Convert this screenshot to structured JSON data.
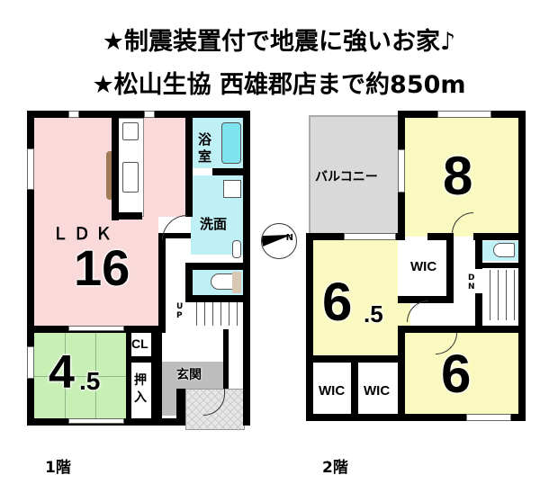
{
  "headline": {
    "line1": "★制震装置付で地震に強いお家♪",
    "line2": "★松山生協 西雄郡店まで約850m"
  },
  "colors": {
    "ldk": "#f9d9d9",
    "washitsu": "#c8efb4",
    "bath": "#bff0f5",
    "bedroom": "#fafac0",
    "balcony": "#d9d9d9",
    "genkan": "#bdbdbd",
    "wall": "#000000",
    "kitchen_counter": "#a17a58"
  },
  "floor1": {
    "label": "1階",
    "rooms": {
      "ldk": {
        "label": "ＬＤＫ",
        "size": "16"
      },
      "washitsu": {
        "size_int": "4",
        "size_dec": ".5"
      },
      "bath": {
        "label_top": "浴",
        "label_bottom": "室"
      },
      "washroom": {
        "label": "洗面"
      },
      "closet": {
        "label": "CL"
      },
      "oshiire": {
        "label_top": "押",
        "label_bottom": "入"
      },
      "genkan": {
        "label": "玄関"
      },
      "stairs": {
        "label_top": "U",
        "label_bottom": "P"
      }
    }
  },
  "floor2": {
    "label": "2階",
    "rooms": {
      "balcony": {
        "label": "バルコニー"
      },
      "bedroom_8": {
        "size": "8"
      },
      "bedroom_65": {
        "size_int": "6",
        "size_dec": ".5"
      },
      "bedroom_6": {
        "size": "6"
      },
      "wic_1": {
        "label": "WIC"
      },
      "wic_2": {
        "label": "WIC"
      },
      "wic_3": {
        "label": "WIC"
      },
      "stairs": {
        "label_top": "D",
        "label_bottom": "N"
      }
    }
  },
  "compass": {
    "label": "N"
  }
}
